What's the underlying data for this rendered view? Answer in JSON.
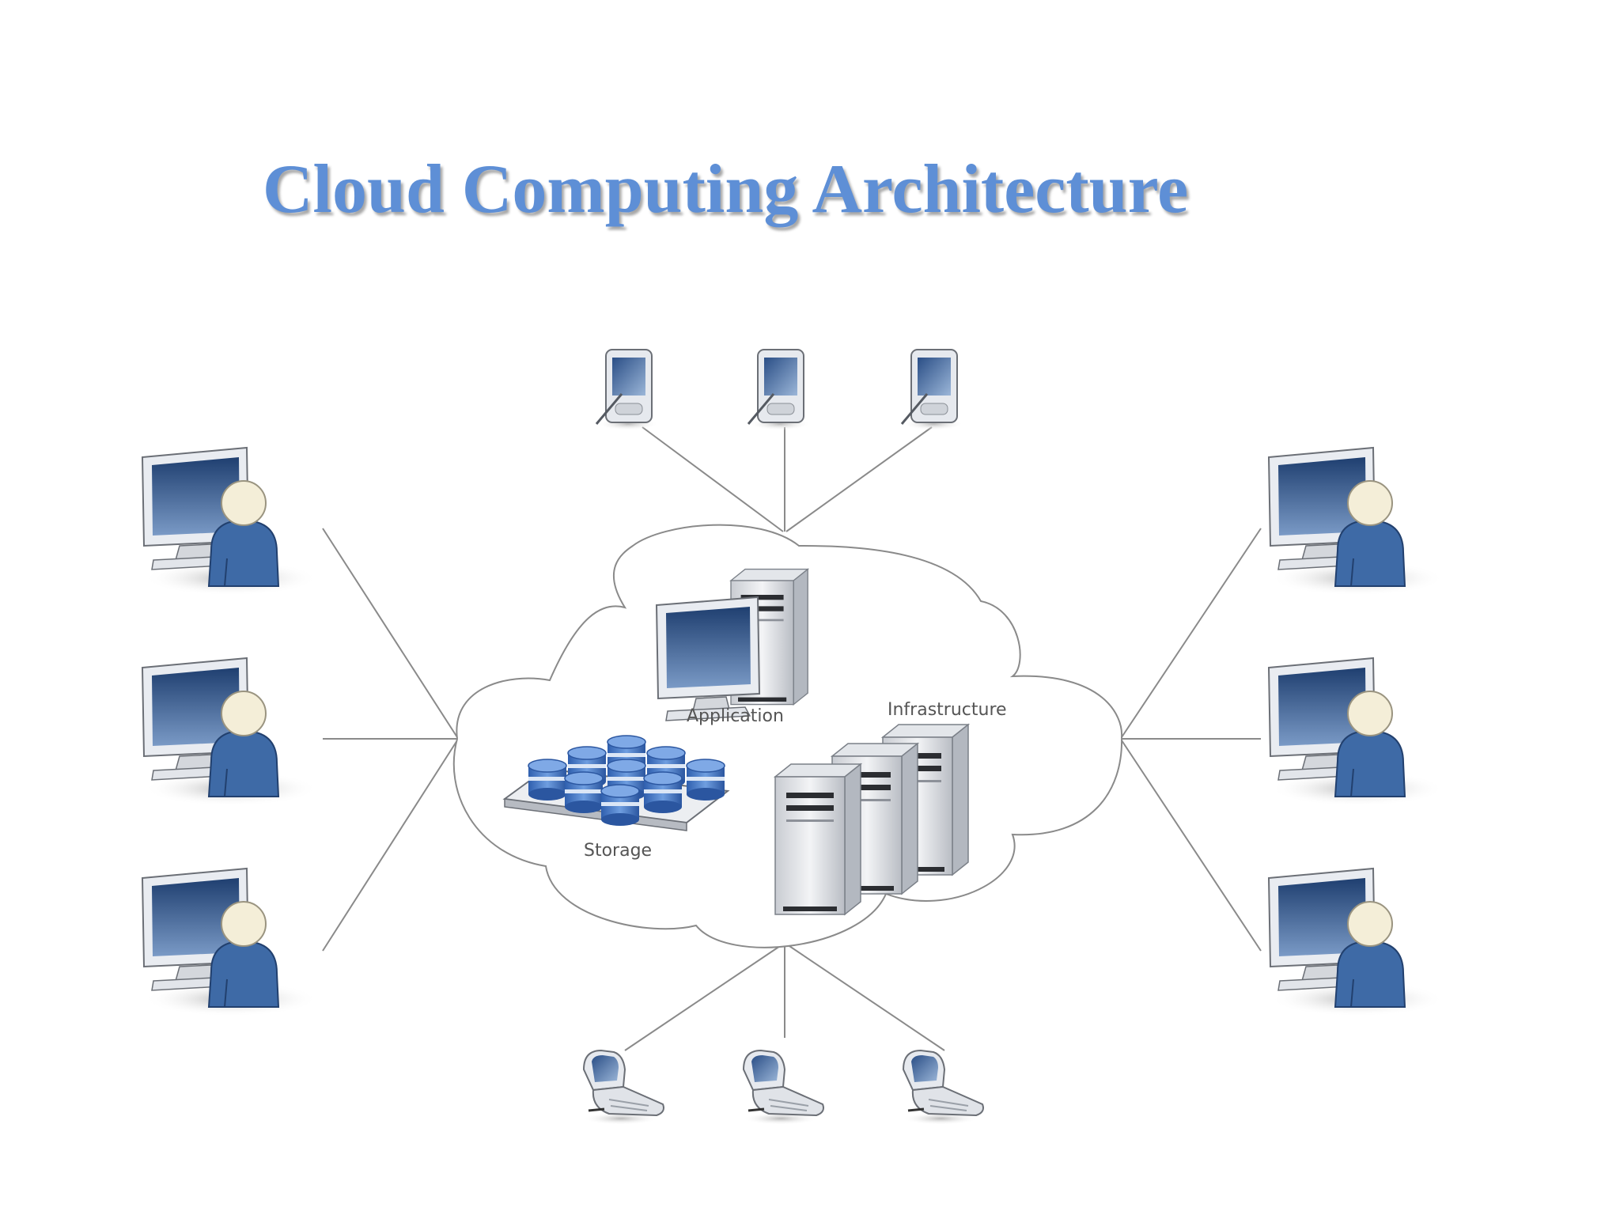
{
  "title": "Cloud Computing Architecture",
  "cloud": {
    "application_label": "Application",
    "infrastructure_label": "Infrastructure",
    "storage_label": "Storage"
  },
  "icons": {
    "workstation": "user-workstation-icon",
    "pda": "pda-icon",
    "flip_phone": "flip-phone-icon",
    "server": "server-tower-icon",
    "database": "database-cylinder-icon"
  },
  "colors": {
    "title": "#5e8fd6",
    "screen_dark": "#1f3f70",
    "screen_light": "#7a9ac6",
    "person_body": "#3e6aa6",
    "person_head": "#f4eed8",
    "line": "#8a8a8a",
    "db_blue": "#3f74c4"
  }
}
